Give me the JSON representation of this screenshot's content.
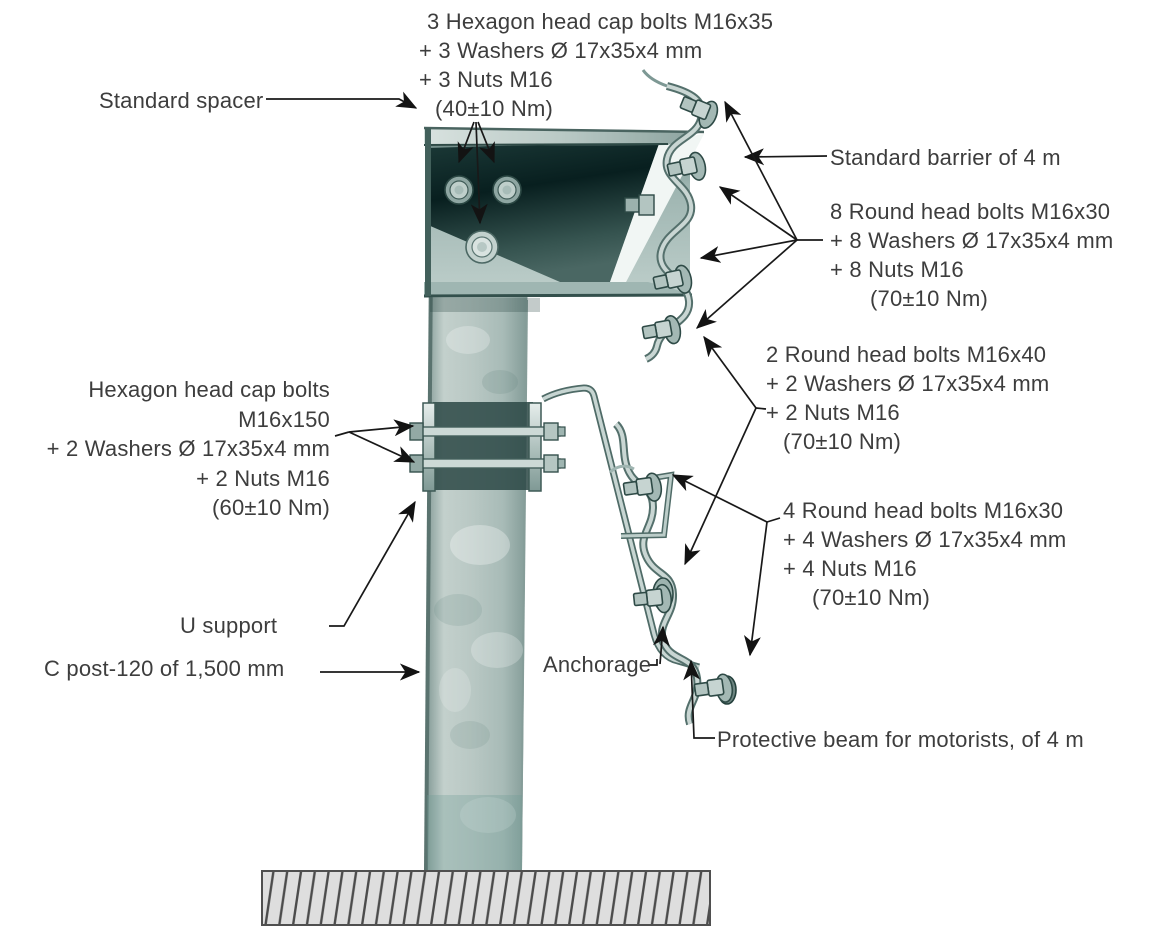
{
  "callouts": {
    "spacer_bolt_set": {
      "line1": "3 Hexagon head cap bolts M16x35",
      "line2": "+ 3 Washers Ø 17x35x4 mm",
      "line3": "+ 3 Nuts M16",
      "line4": "(40±10 Nm)"
    },
    "standard_spacer": {
      "label": "Standard spacer"
    },
    "standard_barrier": {
      "label": "Standard barrier of 4 m"
    },
    "barrier_bolt_set": {
      "line1": "8 Round head bolts M16x30",
      "line2": "+ 8 Washers Ø 17x35x4 mm",
      "line3": "+ 8 Nuts M16",
      "line4": "(70±10 Nm)"
    },
    "splice_bolt_set": {
      "line1": "2 Round head bolts M16x40",
      "line2": "+ 2 Washers Ø 17x35x4 mm",
      "line3": "+ 2 Nuts M16",
      "line4": "(70±10 Nm)"
    },
    "support_bolt_set": {
      "line1": "Hexagon head cap bolts",
      "line2": "M16x150",
      "line3": "+ 2 Washers Ø 17x35x4 mm",
      "line4": "+ 2 Nuts M16",
      "line5": "(60±10 Nm)"
    },
    "u_support": {
      "label": "U support"
    },
    "c_post": {
      "label": "C post-120 of 1,500 mm"
    },
    "beam_bolt_set": {
      "line1": "4 Round head bolts M16x30",
      "line2": "+ 4 Washers Ø 17x35x4 mm",
      "line3": "+ 4 Nuts M16",
      "line4": "(70±10 Nm)"
    },
    "anchorage": {
      "label": "Anchorage"
    },
    "protective_beam": {
      "label": "Protective beam for motorists, of 4 m"
    }
  },
  "colors": {
    "text": "#3d3d3d",
    "leader_line": "#191919",
    "metal_light": "#c6d4d1",
    "metal_mid": "#9fb6b2",
    "metal_dark": "#0a2121",
    "ground_fill": "#dedede",
    "ground_hatch": "#4b4b4b",
    "background": "#ffffff"
  }
}
